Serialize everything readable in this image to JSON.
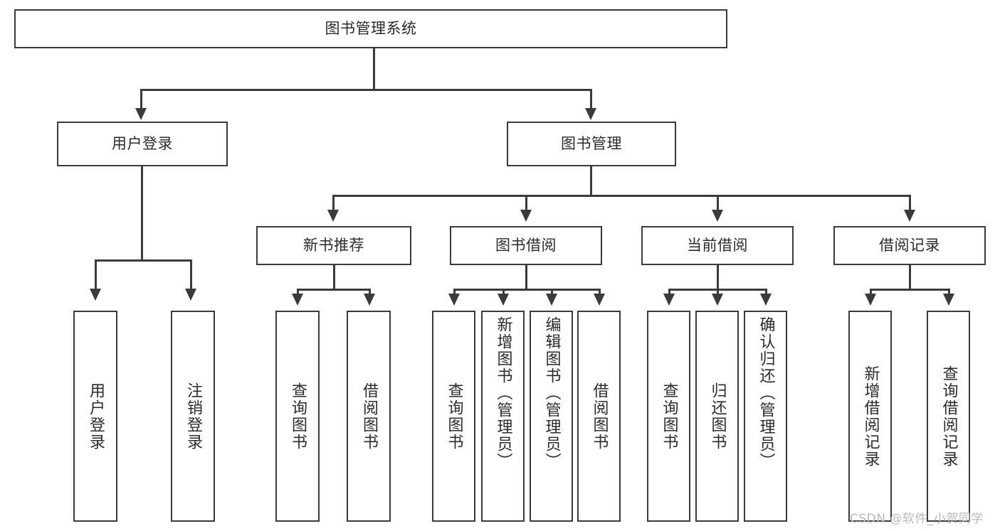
{
  "diagram": {
    "title": "图书管理系统",
    "type": "functional-structure-tree",
    "root": {
      "label": "图书管理系统"
    },
    "level2": [
      {
        "label": "用户登录"
      },
      {
        "label": "图书管理"
      }
    ],
    "level3": [
      {
        "label": "新书推荐"
      },
      {
        "label": "图书借阅"
      },
      {
        "label": "当前借阅"
      },
      {
        "label": "借阅记录"
      }
    ],
    "leaves": [
      {
        "label": "用户登录",
        "parent": "用户登录"
      },
      {
        "label": "注销登录",
        "parent": "用户登录"
      },
      {
        "label": "查询图书",
        "parent": "新书推荐"
      },
      {
        "label": "借阅图书",
        "parent": "新书推荐"
      },
      {
        "label": "查询图书",
        "parent": "图书借阅"
      },
      {
        "label": "新增图书（管理员）",
        "parent": "图书借阅"
      },
      {
        "label": "编辑图书（管理员）",
        "parent": "图书借阅"
      },
      {
        "label": "借阅图书",
        "parent": "图书借阅"
      },
      {
        "label": "查询图书",
        "parent": "当前借阅"
      },
      {
        "label": "归还图书",
        "parent": "当前借阅"
      },
      {
        "label": "确认归还（管理员）",
        "parent": "当前借阅"
      },
      {
        "label": "新增借阅记录",
        "parent": "借阅记录"
      },
      {
        "label": "查询借阅记录",
        "parent": "借阅记录"
      }
    ]
  },
  "watermark": {
    "text": "CSDN @软件_小贺同学"
  },
  "colors": {
    "stroke": "#3b3b3b",
    "text": "#2b2b2b",
    "background": "#ffffff",
    "watermark": "#b9b9b9"
  }
}
